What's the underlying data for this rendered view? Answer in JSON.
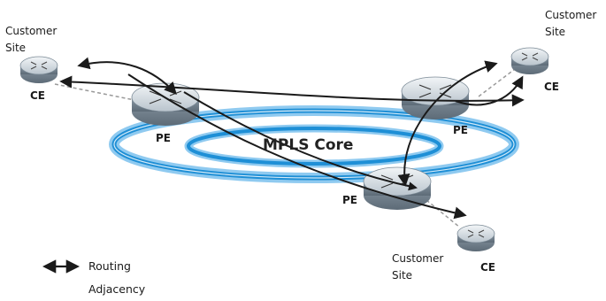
{
  "core": {
    "label": "MPLS Core"
  },
  "nodes": {
    "ce_left": {
      "label": "CE",
      "site": "Customer Site"
    },
    "ce_right": {
      "label": "CE",
      "site": "Customer Site"
    },
    "ce_bottom": {
      "label": "CE",
      "site": "Customer Site"
    },
    "pe_left": {
      "label": "PE"
    },
    "pe_right": {
      "label": "PE"
    },
    "pe_bottom": {
      "label": "PE"
    }
  },
  "legend": {
    "label_line1": "Routing",
    "label_line2": "Adjacency",
    "icon": "double-arrow-icon"
  },
  "colors": {
    "ring": "#1e8fd6",
    "router_top": "#d7dee4",
    "router_side": "#7b8a96",
    "arrow": "#1a1a1a",
    "link": "#9a9a9a"
  }
}
